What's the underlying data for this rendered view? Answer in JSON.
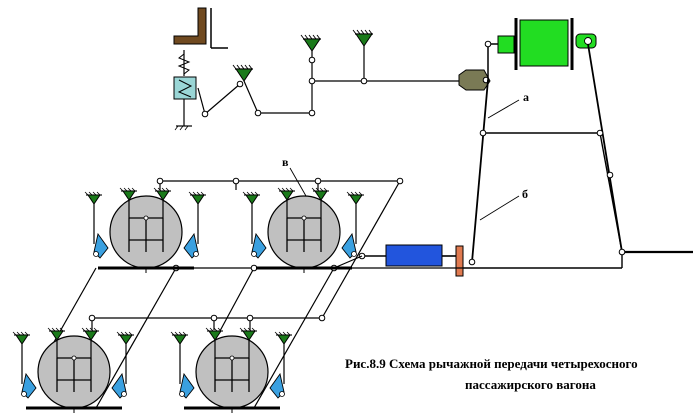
{
  "labels": {
    "a": "а",
    "b": "б",
    "v": "в"
  },
  "caption": {
    "fig": "Рис.8.9",
    "line1": "Схема рычажной передачи четырехосного",
    "line2": "пассажирского вагона"
  },
  "colors": {
    "line": "#000000",
    "support": "#1a7a1a",
    "cylinder": "#22dd22",
    "wheel": "#c0c0c0",
    "shoe": "#3aa0e0",
    "actuator": "#2255dd",
    "stop": "#e07a50",
    "handbrake": "#704a20",
    "regulator": "#7a7a55",
    "spring_box": "#9ad6d6"
  },
  "icons": {
    "ground_support": "triangle-hatched",
    "wheel": "circle",
    "brake_shoe": "wedge",
    "brake_cylinder": "rectangle",
    "hand_brake": "bracket",
    "spring_triangle": "zigzag-triangle"
  }
}
